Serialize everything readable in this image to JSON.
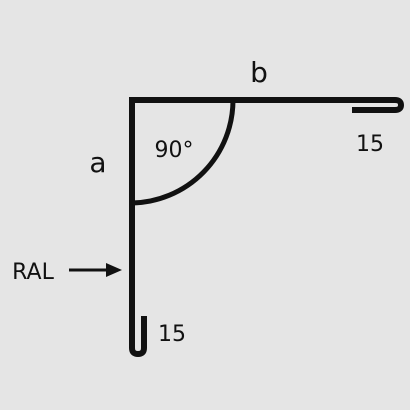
{
  "diagram": {
    "colors": {
      "background": "#e5e5e5",
      "stroke": "#111111"
    },
    "labels": {
      "side_a": "a",
      "side_b": "b",
      "angle": "90°",
      "hem_top": "15",
      "hem_bottom": "15",
      "paint_side": "RAL"
    }
  }
}
